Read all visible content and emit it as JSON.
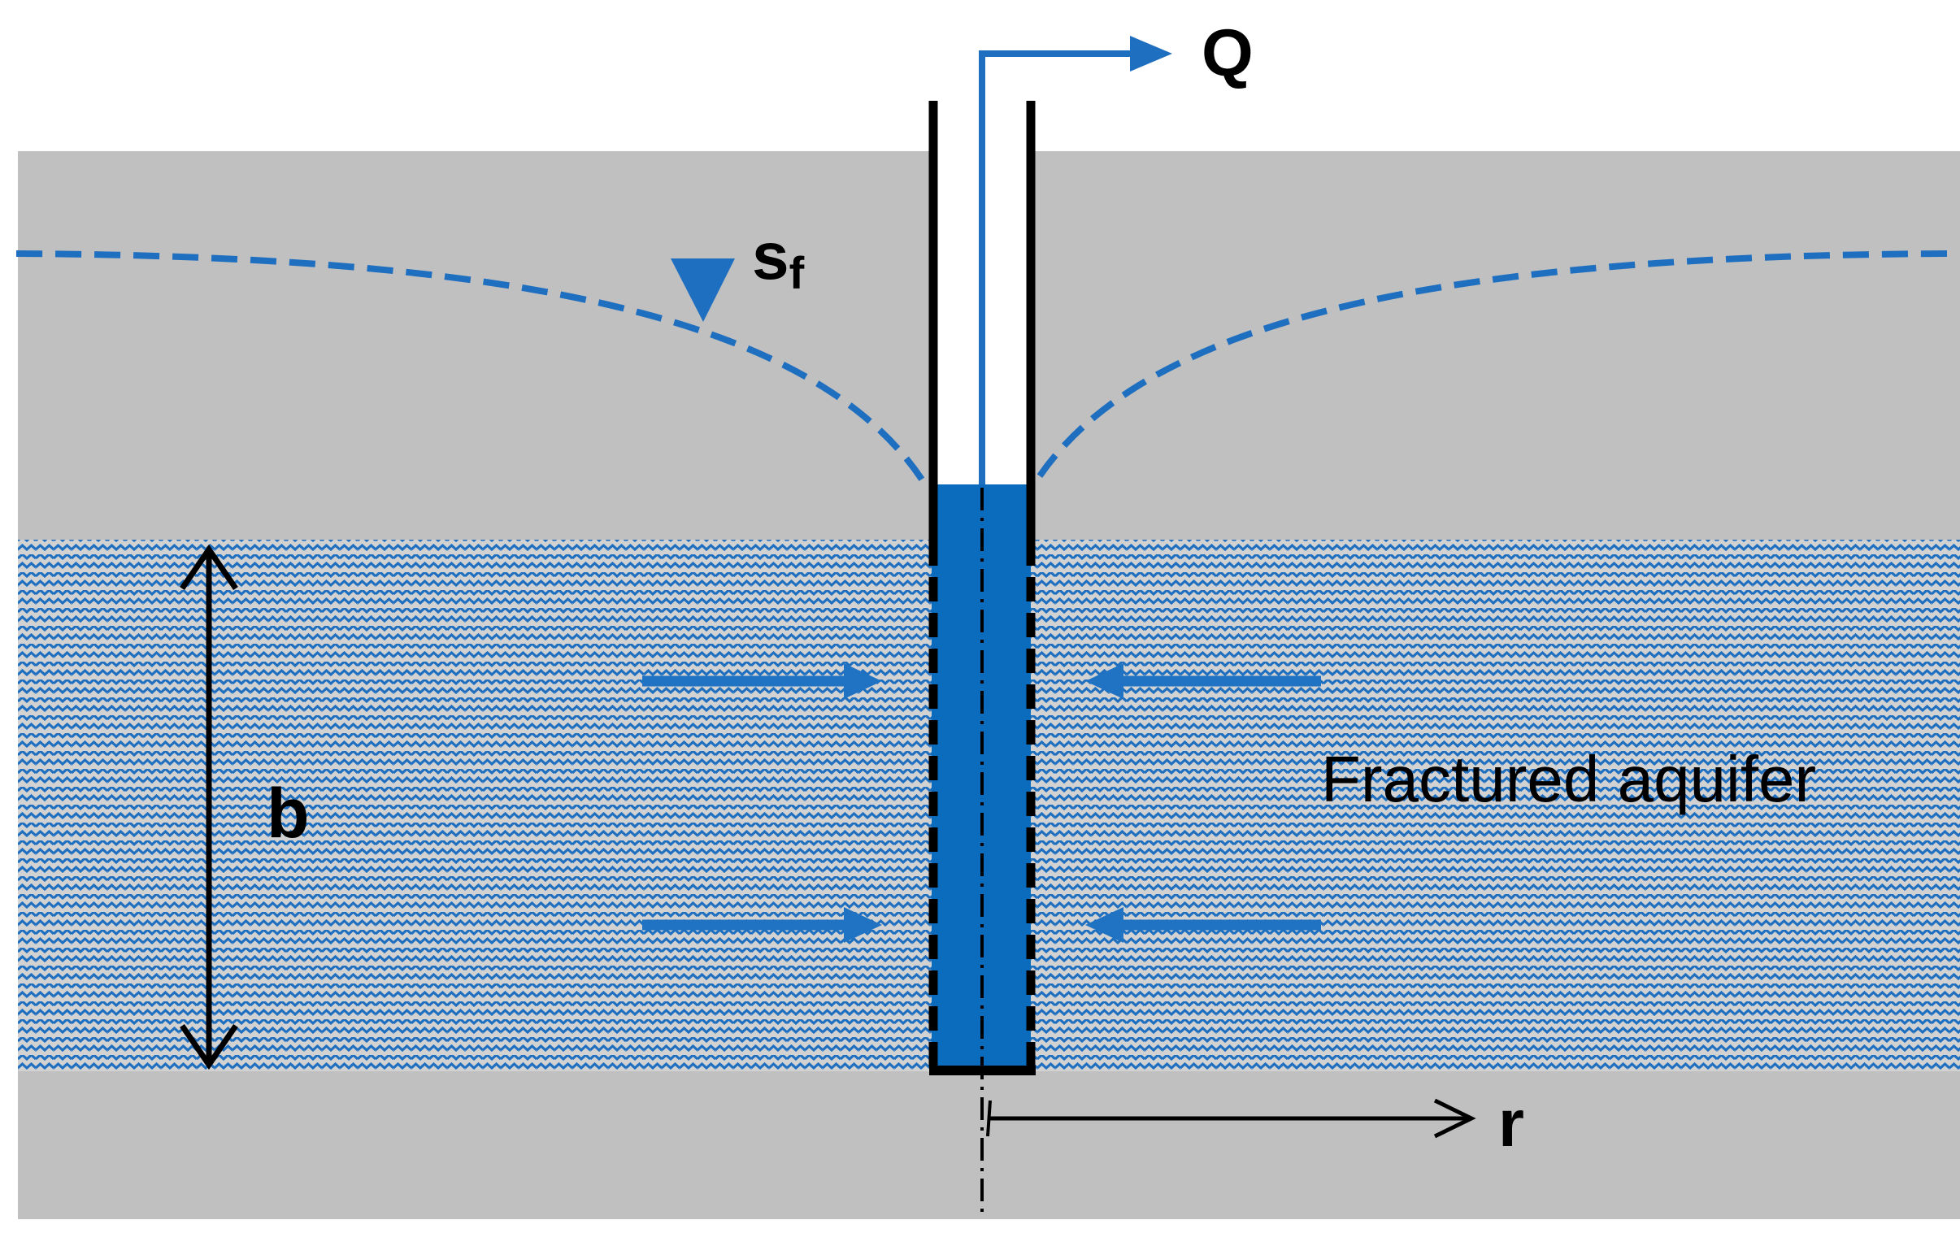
{
  "labels": {
    "discharge": "Q",
    "drawdown_main": "s",
    "drawdown_sub": "f",
    "thickness": "b",
    "radial": "r",
    "aquifer": "Fractured aquifer"
  },
  "colors": {
    "background": "#ffffff",
    "confining_layer": "#c0c0c0",
    "aquifer_base": "#d2d2d2",
    "aquifer_pattern": "#1f6fc0",
    "water": "#0b6bbd",
    "flow_arrow": "#1f73c2",
    "casing": "#000000",
    "text": "#000000"
  },
  "icons": {
    "water_table": "inverted-triangle-icon",
    "flow_direction": "arrow-icon"
  }
}
